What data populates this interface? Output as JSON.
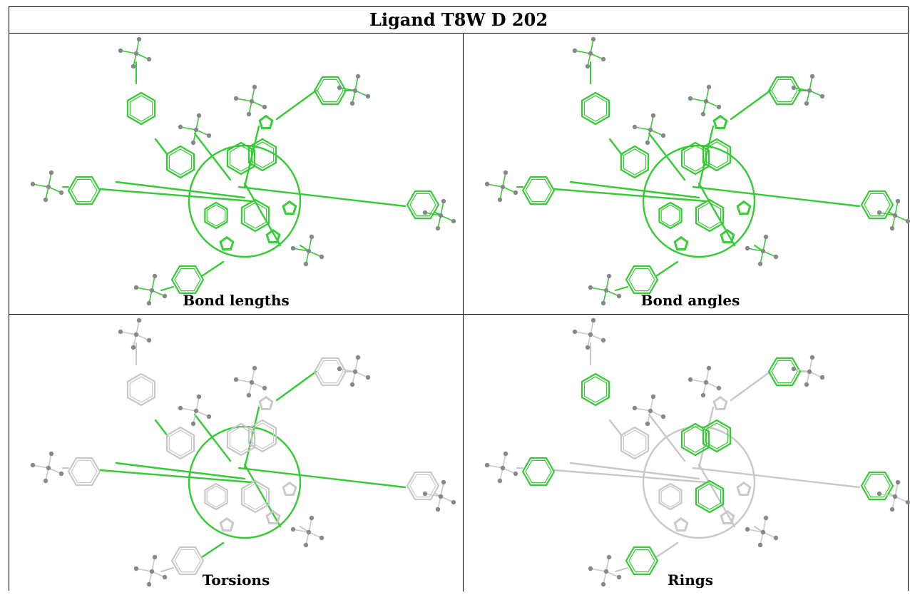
{
  "title": "Ligand T8W D 202",
  "panels": [
    {
      "caption": "Bond lengths",
      "green": [
        "all"
      ]
    },
    {
      "caption": "Bond angles",
      "green": [
        "all"
      ]
    },
    {
      "caption": "Torsions",
      "green": [
        "torsions"
      ]
    },
    {
      "caption": "Rings",
      "green": [
        "rings"
      ]
    }
  ],
  "colors": {
    "highlight": "#33cc33",
    "inactive": "#c8c8c8",
    "atom": "#888888",
    "border": "#000000"
  }
}
